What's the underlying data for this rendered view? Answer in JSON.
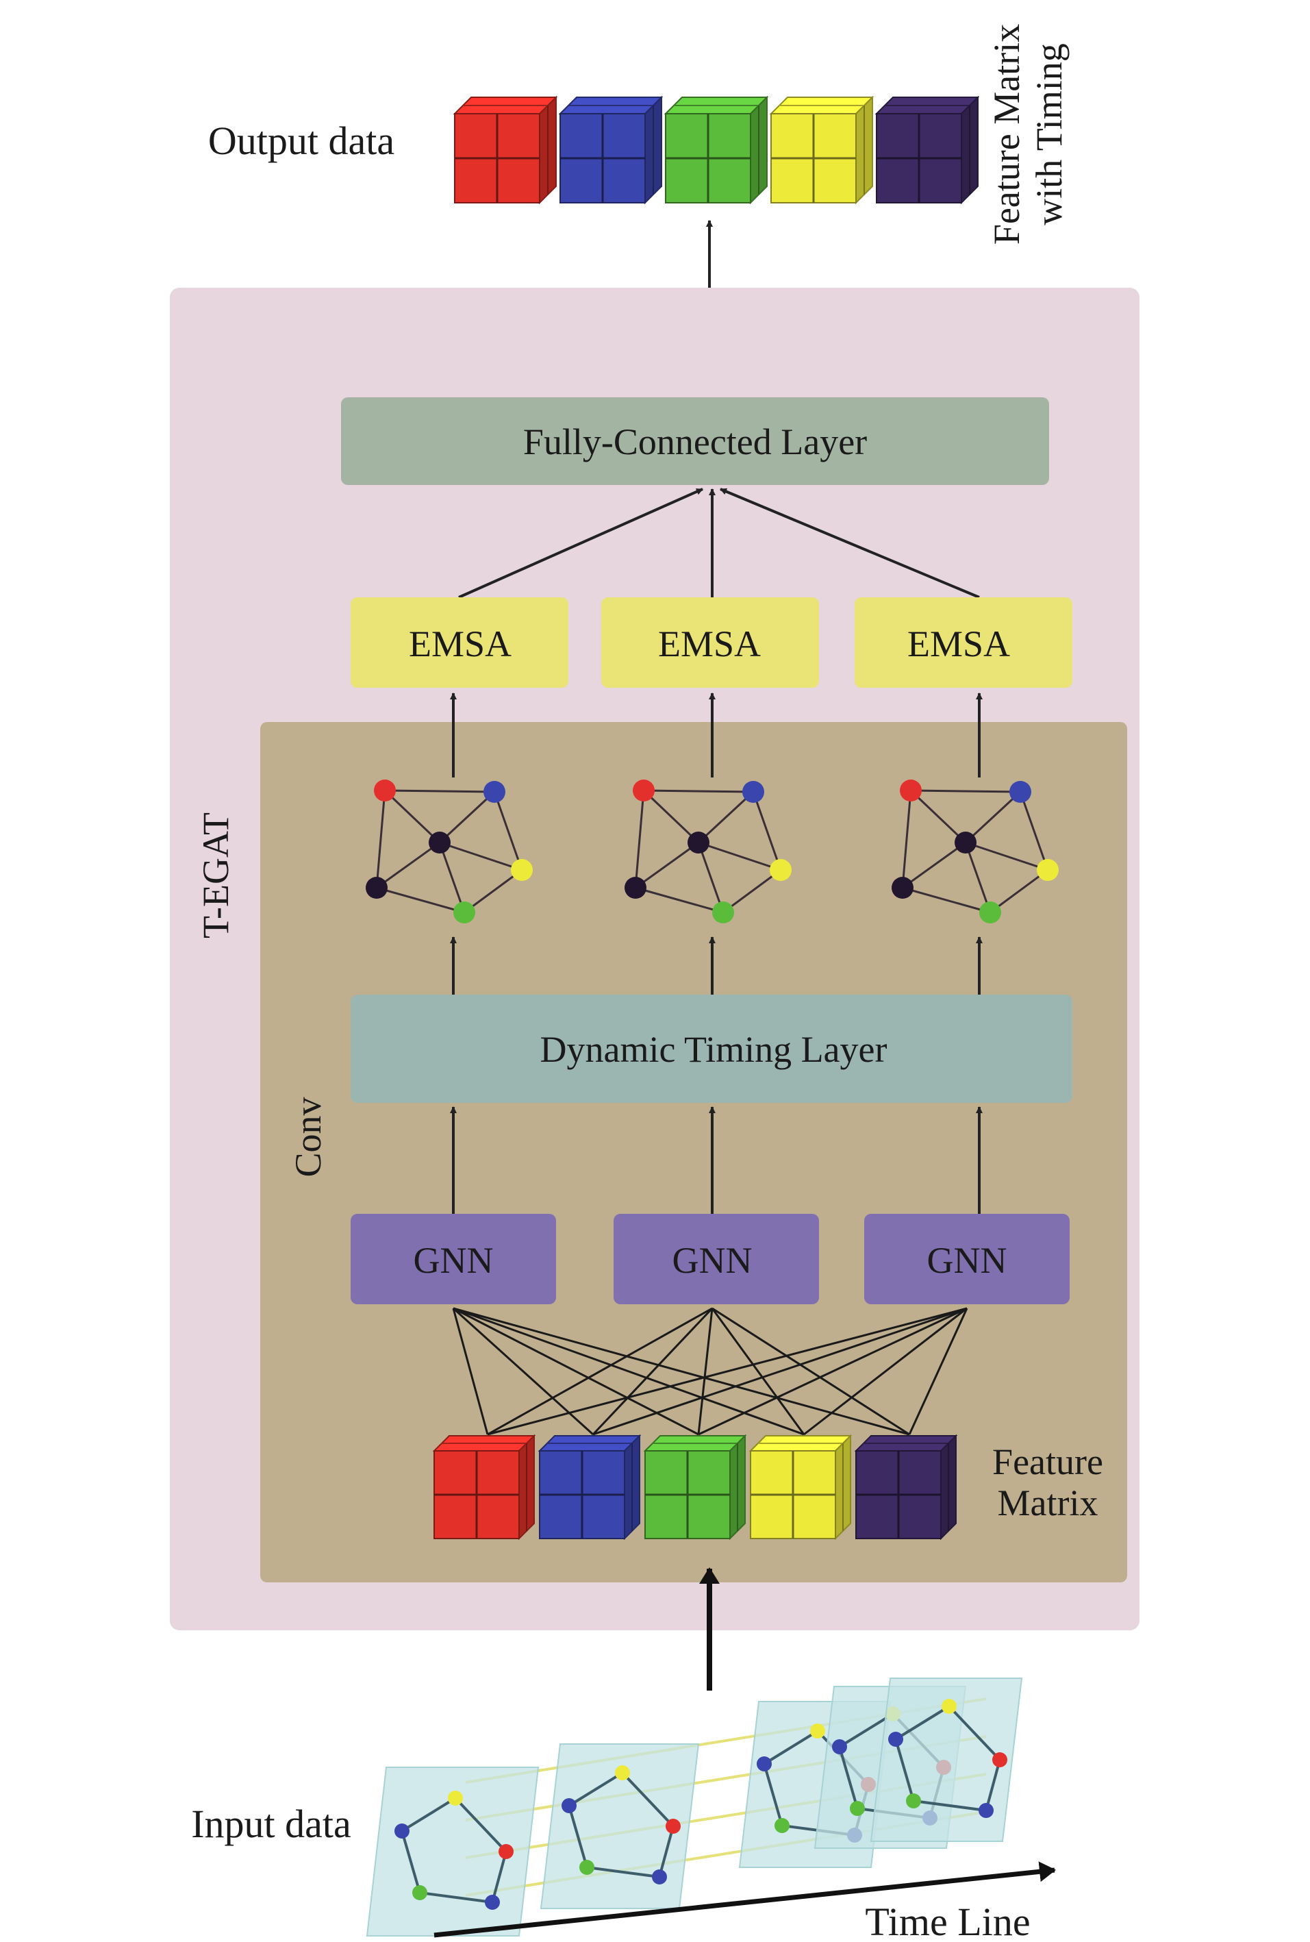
{
  "labels": {
    "output_data": "Output data",
    "feature_matrix_timing_line1": "Feature Matrix",
    "feature_matrix_timing_line2": "with Timing",
    "t_egat": "T-EGAT",
    "conv": "Conv",
    "fully_connected": "Fully-Connected Layer",
    "emsa": [
      "EMSA",
      "EMSA",
      "EMSA"
    ],
    "dynamic_timing": "Dynamic Timing Layer",
    "gnn": [
      "GNN",
      "GNN",
      "GNN"
    ],
    "feature_matrix_line1": "Feature",
    "feature_matrix_line2": "Matrix",
    "input_data": "Input data",
    "time_line": "Time Line"
  },
  "colors": {
    "outer_panel": "#e7d6de",
    "conv_panel": "#bfaf8f",
    "fully_connected": "#a3b4a2",
    "emsa": "#eae375",
    "dynamic_timing": "#9bb5b1",
    "gnn": "#8070b0",
    "cubes": [
      "#e33028",
      "#3a45ad",
      "#5bbb3a",
      "#eeea3a",
      "#3e2a62"
    ],
    "graph_node_red": "#e4302c",
    "graph_node_blue": "#3a45ad",
    "graph_node_yellow": "#eeea3a",
    "graph_node_green": "#5bbb3a",
    "graph_node_dark": "#22152e",
    "input_panel": "#c4e3e6"
  }
}
